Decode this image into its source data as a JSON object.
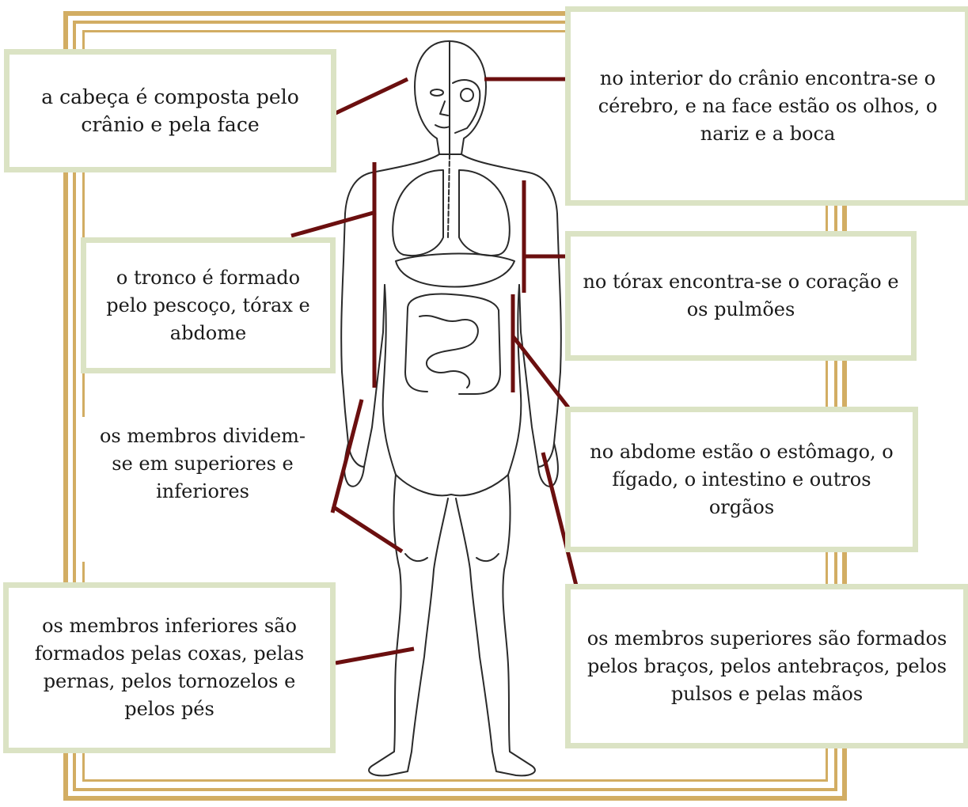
{
  "labels": {
    "head": "a cabeça é composta pelo crânio e pela face",
    "head_interior": "no interior do crânio encontra-se o cérebro, e na face estão os olhos, o nariz e a boca",
    "trunk": "o tronco é formado pelo pescoço, tórax e abdome",
    "thorax": "no tórax encontra-se o coração e os pulmões",
    "limbs": "os membros dividem-se em superiores e inferiores",
    "abdomen": "no abdome estão o estômago, o fígado, o intestino e outros orgãos",
    "lower_limbs": "os membros inferiores são formados pelas coxas, pelas pernas, pelos tornozelos e pelos pés",
    "upper_limbs": "os membros superiores são formados pelos braços, pelos antebraços, pelos pulsos e pelas mãos"
  },
  "colors": {
    "frame": "#d2ad63",
    "box_border": "#dbe3c4",
    "leader_line": "#6b0f0f",
    "figure_ink": "#2a2a2a"
  }
}
